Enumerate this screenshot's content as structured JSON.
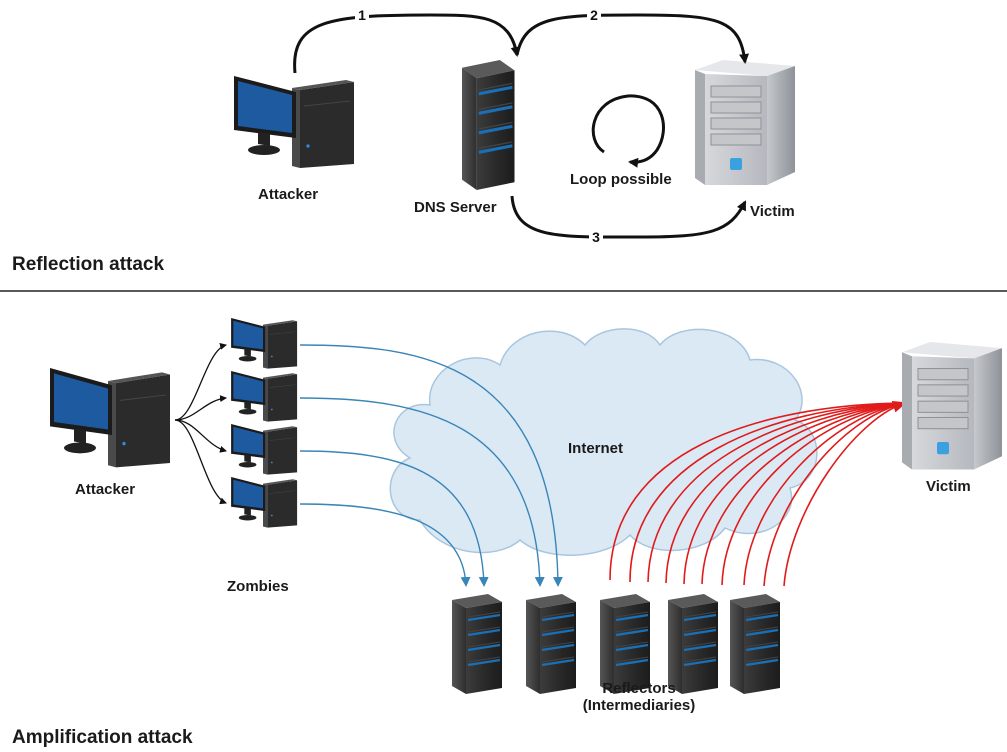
{
  "reflection": {
    "title": "Reflection attack",
    "attacker_label": "Attacker",
    "dns_label": "DNS Server",
    "victim_label": "Victim",
    "loop_label": "Loop possible",
    "steps": [
      "1",
      "2",
      "3"
    ]
  },
  "amplification": {
    "title": "Amplification attack",
    "attacker_label": "Attacker",
    "zombies_label": "Zombies",
    "internet_label": "Internet",
    "victim_label": "Victim",
    "reflectors_label_line1": "Reflectors",
    "reflectors_label_line2": "(Intermediaries)"
  },
  "colors": {
    "blue_flow": "#3a85b8",
    "red_flow": "#e01b1b",
    "cloud_fill": "#dbe9f5",
    "cloud_stroke": "#a9c6df",
    "black_arrow": "#111111",
    "monitor_screen": "#1d5aa0"
  }
}
